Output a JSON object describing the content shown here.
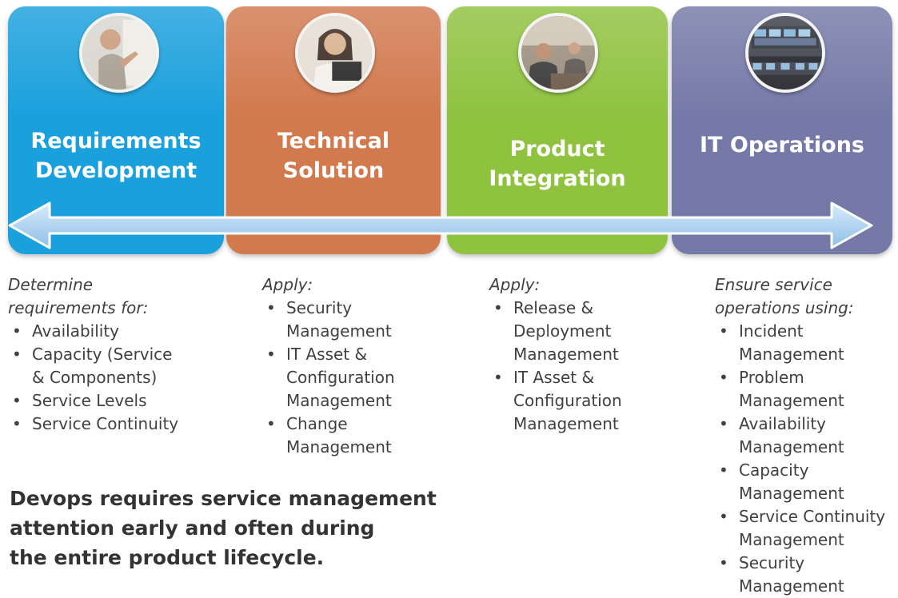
{
  "stages": [
    {
      "title_line1": "Requirements",
      "title_line2": "Development",
      "photo_icon": "presenter-at-whiteboard-photo",
      "color": "#1aa0dc"
    },
    {
      "title_line1": "Technical",
      "title_line2": "Solution",
      "photo_icon": "woman-at-laptop-photo",
      "color": "#d2794e"
    },
    {
      "title_line1": "Product",
      "title_line2": "Integration",
      "photo_icon": "meeting-room-photo",
      "color": "#8fc23f"
    },
    {
      "title_line1": "IT Operations",
      "photo_icon": "operations-center-photo",
      "color": "#7579a7"
    }
  ],
  "arrow": {
    "color": "#b9daf3",
    "direction": "bidirectional"
  },
  "columns": [
    {
      "intro_line1": "Determine",
      "intro_line2": "requirements for:",
      "items": [
        {
          "line1": "Availability"
        },
        {
          "line1": "Capacity (Service",
          "line2": "& Components)"
        },
        {
          "line1": "Service Levels"
        },
        {
          "line1": "Service Continuity"
        }
      ]
    },
    {
      "intro_line1": "Apply:",
      "items": [
        {
          "line1": "Security",
          "line2": "Management"
        },
        {
          "line1": "IT Asset &",
          "line2": "Configuration",
          "line3": "Management"
        },
        {
          "line1": "Change",
          "line2": "Management"
        }
      ]
    },
    {
      "intro_line1": "Apply:",
      "items": [
        {
          "line1": "Release &",
          "line2": "Deployment",
          "line3": "Management"
        },
        {
          "line1": "IT Asset &",
          "line2": "Configuration",
          "line3": "Management"
        }
      ]
    },
    {
      "intro_line1": "Ensure service",
      "intro_line2": "operations using:",
      "items": [
        {
          "line1": "Incident",
          "line2": "Management"
        },
        {
          "line1": "Problem",
          "line2": "Management"
        },
        {
          "line1": "Availability",
          "line2": "Management"
        },
        {
          "line1": "Capacity",
          "line2": "Management"
        },
        {
          "line1": "Service Continuity",
          "line2": "Management"
        },
        {
          "line1": "Security",
          "line2": "Management"
        }
      ]
    }
  ],
  "statement": {
    "line1": "Devops requires service management",
    "line2": "attention early and often during",
    "line3": "the entire product lifecycle."
  }
}
